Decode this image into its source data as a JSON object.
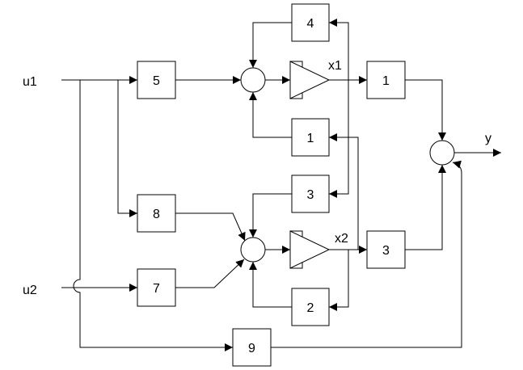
{
  "signals": {
    "u1": "u1",
    "u2": "u2",
    "y": "y",
    "x1": "x1",
    "x2": "x2"
  },
  "blocks": {
    "b5": "5",
    "b8": "8",
    "b7": "7",
    "b9": "9",
    "b4": "4",
    "b1_feedback": "1",
    "b3_cross": "3",
    "b2_feedback": "2",
    "b1_output": "1",
    "b3_output": "3"
  }
}
